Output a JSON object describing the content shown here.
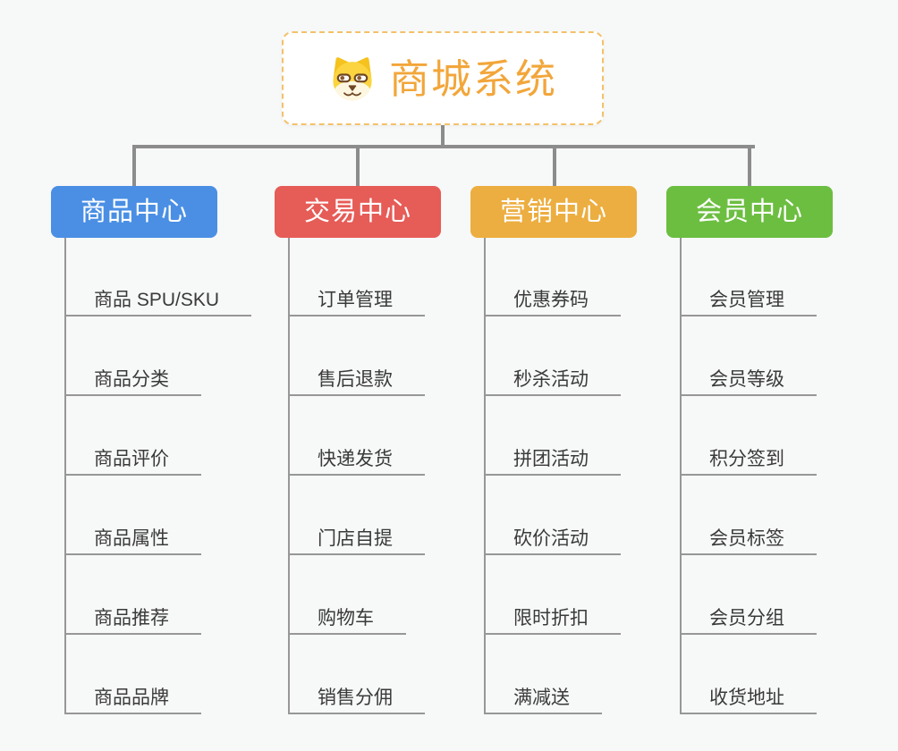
{
  "canvas": {
    "background": "#F7F8F8",
    "connector_color": "#8C8C8C",
    "leaf_line_color": "#979797",
    "leaf_text_color": "#3A3A3A"
  },
  "root": {
    "title": "商城系统",
    "icon": "dog-face-icon",
    "text_color": "#F2A63A",
    "border_color": "#F3C169",
    "background": "#FFFFFF"
  },
  "branches": [
    {
      "id": "product-center",
      "label": "商品中心",
      "color": "#4A8FE4",
      "children": [
        "商品 SPU/SKU",
        "商品分类",
        "商品评价",
        "商品属性",
        "商品推荐",
        "商品品牌"
      ]
    },
    {
      "id": "trade-center",
      "label": "交易中心",
      "color": "#E65C57",
      "children": [
        "订单管理",
        "售后退款",
        "快递发货",
        "门店自提",
        "购物车",
        "销售分佣"
      ]
    },
    {
      "id": "marketing-center",
      "label": "营销中心",
      "color": "#ECAE40",
      "children": [
        "优惠券码",
        "秒杀活动",
        "拼团活动",
        "砍价活动",
        "限时折扣",
        "满减送"
      ]
    },
    {
      "id": "member-center",
      "label": "会员中心",
      "color": "#6CBE41",
      "children": [
        "会员管理",
        "会员等级",
        "积分签到",
        "会员标签",
        "会员分组",
        "收货地址"
      ]
    }
  ]
}
